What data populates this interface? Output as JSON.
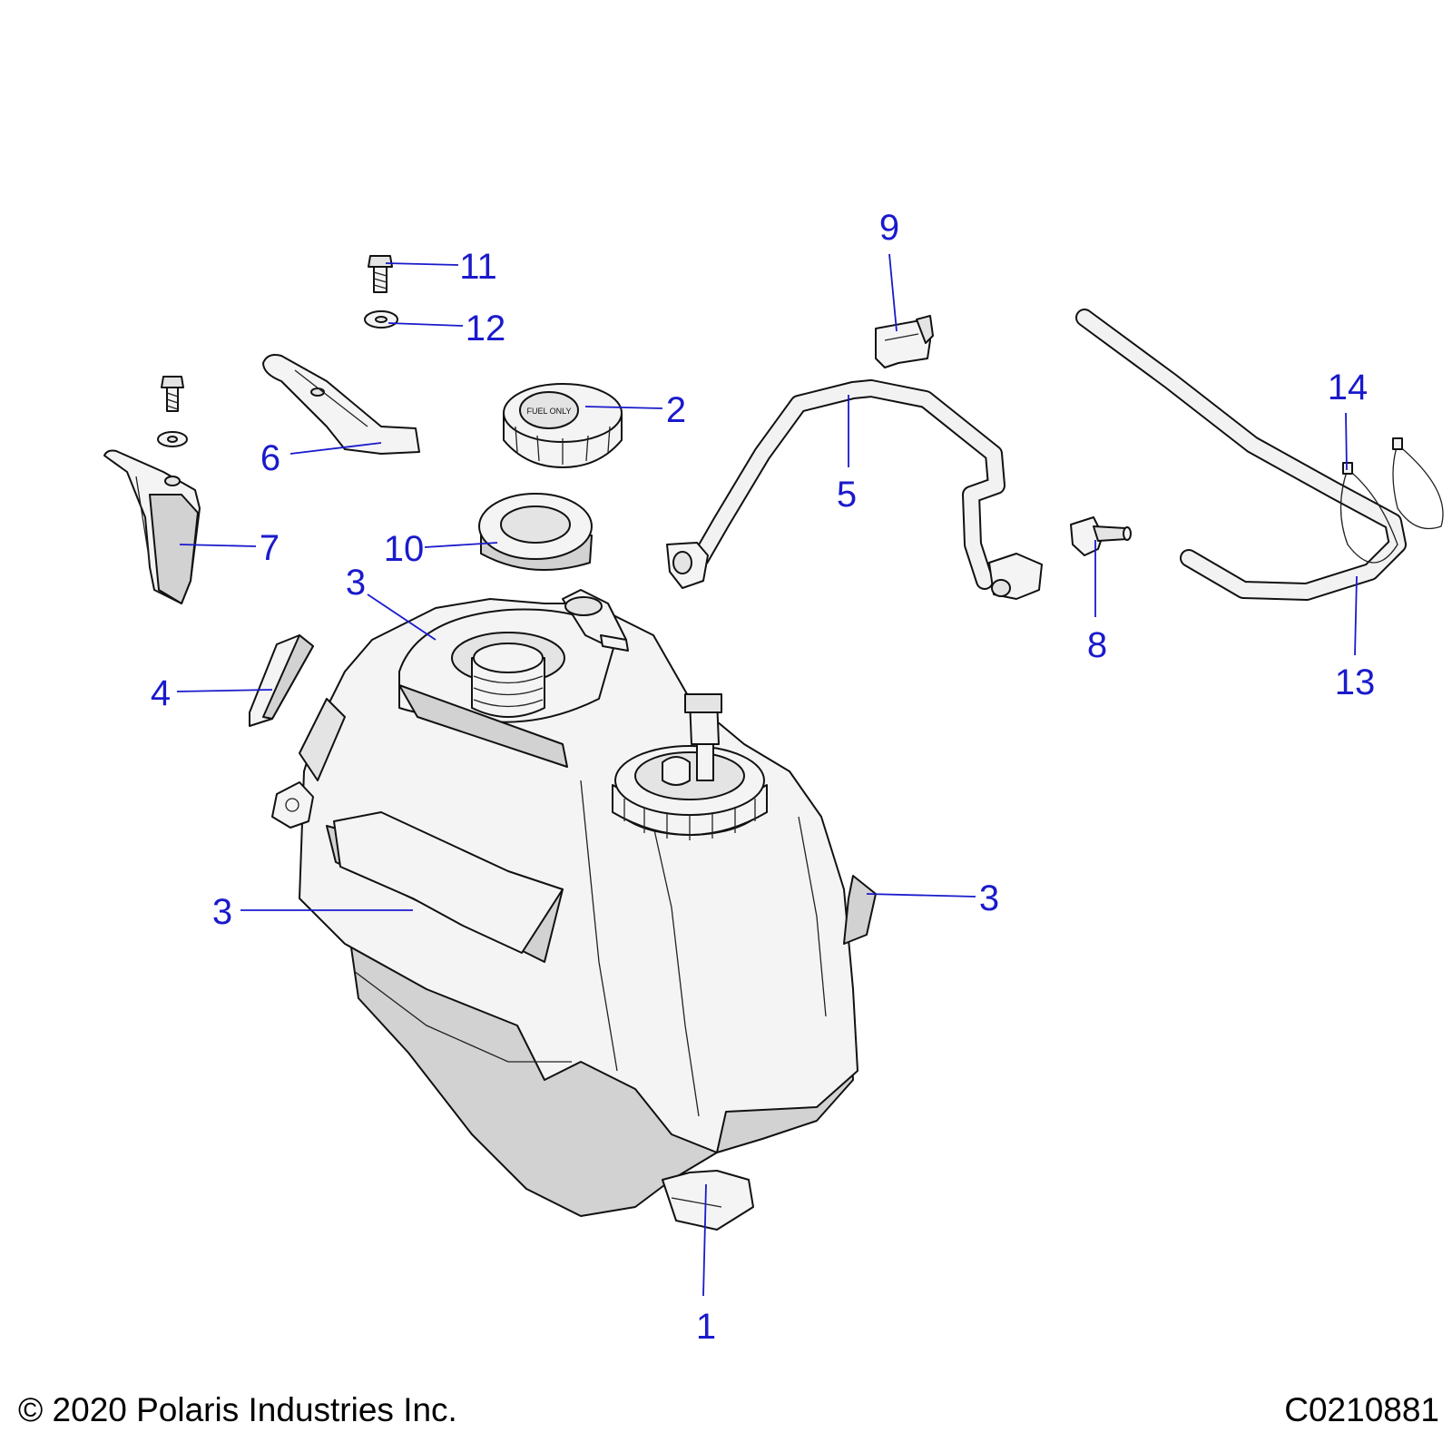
{
  "callouts": [
    {
      "id": "1",
      "label": "1"
    },
    {
      "id": "2",
      "label": "2"
    },
    {
      "id": "3a",
      "label": "3"
    },
    {
      "id": "3b",
      "label": "3"
    },
    {
      "id": "3c",
      "label": "3"
    },
    {
      "id": "4",
      "label": "4"
    },
    {
      "id": "5",
      "label": "5"
    },
    {
      "id": "6",
      "label": "6"
    },
    {
      "id": "7",
      "label": "7"
    },
    {
      "id": "8",
      "label": "8"
    },
    {
      "id": "9",
      "label": "9"
    },
    {
      "id": "10",
      "label": "10"
    },
    {
      "id": "11",
      "label": "11"
    },
    {
      "id": "12",
      "label": "12"
    },
    {
      "id": "13",
      "label": "13"
    },
    {
      "id": "14",
      "label": "14"
    }
  ],
  "cap_text": "FUEL ONLY",
  "footer": {
    "copyright": "© 2020 Polaris Industries Inc.",
    "drawing_number": "C0210881"
  },
  "colors": {
    "callout": "#1a1acc",
    "line_art": "#111111"
  }
}
